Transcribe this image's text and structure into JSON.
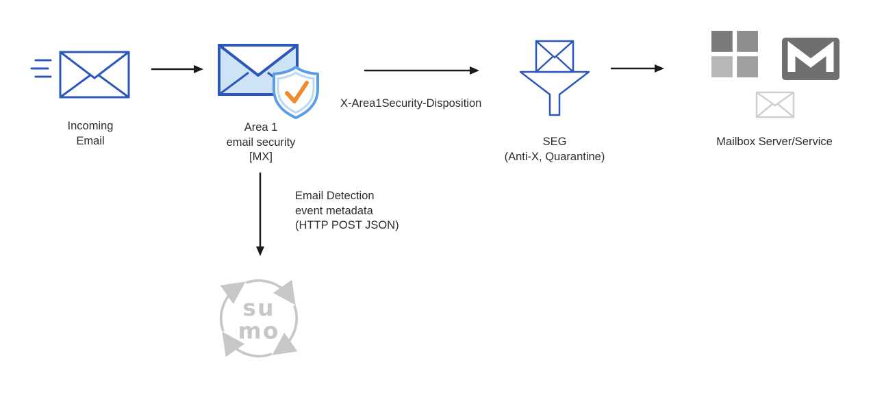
{
  "nodes": {
    "incoming_email": {
      "line1": "Incoming",
      "line2": "Email"
    },
    "area1": {
      "line1": "Area 1",
      "line2": "email security",
      "line3": "[MX]"
    },
    "seg": {
      "line1": "SEG",
      "line2": "(Anti-X, Quarantine)"
    },
    "mailbox": {
      "label": "Mailbox Server/Service"
    },
    "sumo_logic": {
      "wordmark_top": "su",
      "wordmark_bottom": "mo"
    }
  },
  "edges": {
    "disposition_label": "X-Area1Security-Disposition",
    "metadata": {
      "line1": "Email Detection",
      "line2": "event metadata",
      "line3": "(HTTP POST JSON)"
    }
  },
  "icons": {
    "incoming": "envelope-outline-with-motion-lines",
    "area1": "envelope-with-shield-check",
    "seg": "funnel-with-envelope",
    "mailbox_ms": "microsoft-four-squares",
    "mailbox_gmail": "gmail-envelope",
    "mailbox_envelope": "small-envelope-outline",
    "sumo": "circular-arrows-logo"
  },
  "colors": {
    "blue": "#2c57ba",
    "lightblue": "#cfe3f7",
    "shield": "#5a9fe3",
    "shieldinner": "#bcd9f4",
    "orange": "#ee8a2f",
    "black": "#1a1a1a",
    "text": "#2d2d2d",
    "graylogo": "#c7c7c7",
    "ms1": "#7b7b7b",
    "ms2": "#8e8e8e",
    "ms3": "#b7b7b7",
    "ms4": "#9f9f9f",
    "gmail": "#6f6f6f",
    "envlight": "#cfcfcf",
    "background": "#ffffff"
  }
}
